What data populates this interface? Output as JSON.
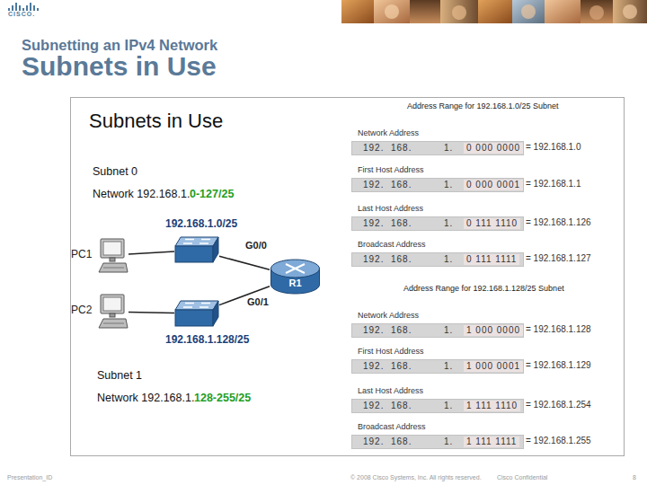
{
  "diagram": {
    "title": "Subnets in Use",
    "nodes": [
      {
        "text": [
          "Subnets in Use"
        ]
      },
      {
        "text": [
          "PC1"
        ],
        "in": 0
      },
      {
        "text": [
          "192.168.1.0/25"
        ],
        "in": 0
      },
      {
        "text": [
          "R1"
        ],
        "in": 0
      },
      {
        "text": [
          "PC2"
        ],
        "in": 0
      },
      {
        "text": [
          "192.168.1.128/25"
        ],
        "in": 0
      },
      {
        "text": [
          "Network Address",
          "192.",
          "168.",
          "1.",
          "0 000 0000"
        ],
        "in": 0
      },
      {
        "text": [
          "First Host Address",
          "192.",
          "168.",
          "1.",
          "0 000 0001"
        ],
        "in": 0
      },
      {
        "text": [
          "Last Host Address",
          "192.",
          "168.",
          "1.",
          "0 111 1110"
        ],
        "in": 0
      },
      {
        "text": [
          "Broadcast Address",
          "192.",
          "168.",
          "1.",
          "0 111 1111"
        ],
        "in": 0
      },
      {
        "text": [
          "Network Address",
          "192.",
          "168.",
          "1.",
          "1 000 0000"
        ],
        "in": 0
      },
      {
        "text": [
          "First Host Address",
          "192.",
          "168.",
          "1.",
          "1 000 0001"
        ],
        "in": 0
      },
      {
        "text": [
          "Last Host Address",
          "192.",
          "168.",
          "1.",
          "1 111 1110"
        ],
        "in": 0
      },
      {
        "text": [
          "Broadcast Address",
          "192.",
          "168.",
          "1.",
          "1 111 1111"
        ],
        "in": 0
      }
    ],
    "edges": [
      {
        "from": 1,
        "to": 2,
        "arrow": "none"
      },
      {
        "from": 2,
        "to": 3,
        "label": "G0/0",
        "arrow": "none"
      },
      {
        "from": 3,
        "to": 5,
        "label": "G0/1",
        "arrow": "none"
      },
      {
        "from": 4,
        "to": 5,
        "arrow": "none"
      }
    ],
    "labels": [
      "CISCO.",
      "Subnetting an IPv4 Network",
      "Address Range for 192.168.1.0/25 Subnet",
      "Subnet 0",
      "Network 192.168.1.",
      "0-127/25",
      "= 192.168.1.0",
      "= 192.168.1.1",
      "= 192.168.1.126",
      "= 192.168.1.127",
      "Address Range for 192.168.1.128/25 Subnet",
      "= 192.168.1.128",
      "= 192.168.1.129",
      "= 192.168.1.254",
      "= 192.168.1.255",
      "Subnet 1",
      "Network 192.168.1.",
      "128-255/25",
      "Presentation_ID",
      "© 2008 Cisco Systems, Inc. All rights reserved.",
      "Cisco Confidential",
      "8"
    ]
  }
}
